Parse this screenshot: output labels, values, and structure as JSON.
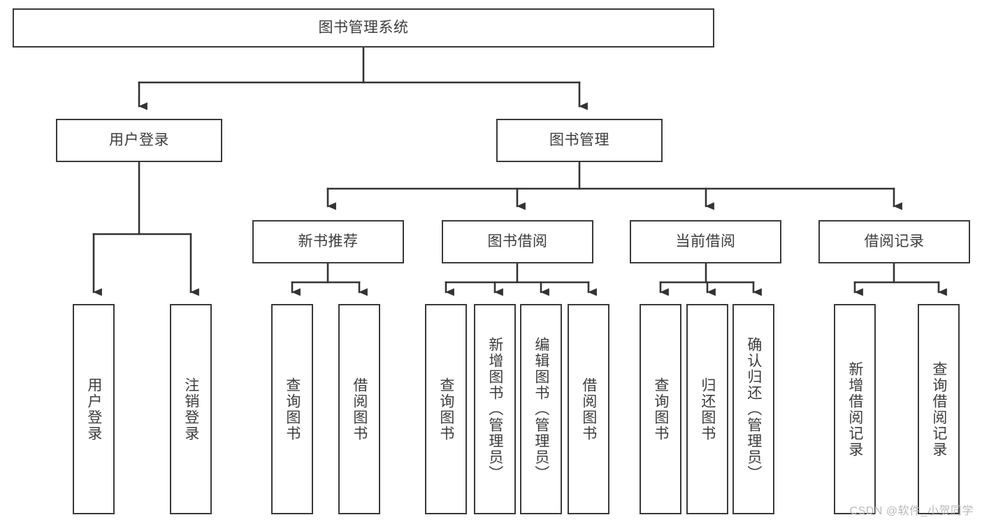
{
  "diagram": {
    "title": "图书管理系统",
    "type": "tree-hierarchy",
    "watermark": "CSDN @软件_小贺同学",
    "colors": {
      "box_border": "#3a3a3a",
      "box_fill": "#ffffff",
      "connector": "#333333",
      "text": "#3c3c3c",
      "watermark": "#b9b9b9"
    },
    "root": {
      "label": "图书管理系统",
      "orientation": "horizontal"
    },
    "level2": [
      {
        "label": "用户登录",
        "orientation": "horizontal"
      },
      {
        "label": "图书管理",
        "orientation": "horizontal"
      }
    ],
    "level3": [
      {
        "label": "新书推荐",
        "orientation": "horizontal"
      },
      {
        "label": "图书借阅",
        "orientation": "horizontal"
      },
      {
        "label": "当前借阅",
        "orientation": "horizontal"
      },
      {
        "label": "借阅记录",
        "orientation": "horizontal"
      }
    ],
    "leaves": {
      "user_login": [
        {
          "label": "用户登录",
          "orientation": "vertical"
        },
        {
          "label": "注销登录",
          "orientation": "vertical"
        }
      ],
      "new_book_recommend": [
        {
          "label": "查询图书",
          "orientation": "vertical"
        },
        {
          "label": "借阅图书",
          "orientation": "vertical"
        }
      ],
      "book_borrow": [
        {
          "label": "查询图书",
          "orientation": "vertical"
        },
        {
          "label": "新增图书（管理员）",
          "orientation": "vertical"
        },
        {
          "label": "编辑图书（管理员）",
          "orientation": "vertical"
        },
        {
          "label": "借阅图书",
          "orientation": "vertical"
        }
      ],
      "current_borrow": [
        {
          "label": "查询图书",
          "orientation": "vertical"
        },
        {
          "label": "归还图书",
          "orientation": "vertical"
        },
        {
          "label": "确认归还（管理员）",
          "orientation": "vertical"
        }
      ],
      "borrow_record": [
        {
          "label": "新增借阅记录",
          "orientation": "vertical"
        },
        {
          "label": "查询借阅记录",
          "orientation": "vertical"
        }
      ]
    }
  }
}
